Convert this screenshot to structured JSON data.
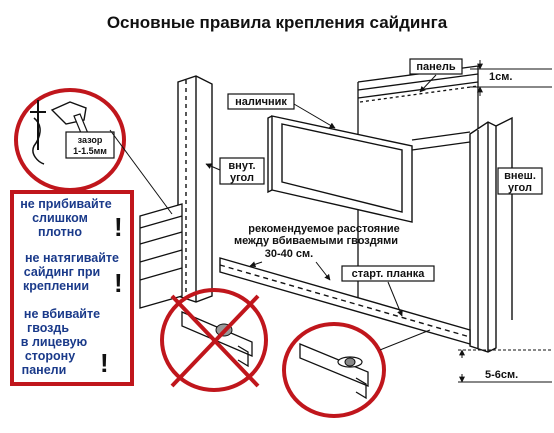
{
  "title": "Основные правила крепления сайдинга",
  "labels": {
    "panel": "панель",
    "gap_top": "1см.",
    "trim": "наличник",
    "inner_corner": [
      "внут.",
      "угол"
    ],
    "outer_corner": [
      "внеш.",
      "угол"
    ],
    "gap_note": [
      "зазор",
      "1-1.5мм"
    ],
    "recommended": [
      "рекомендуемое  расстояние",
      "между вбиваемыми гвоздями",
      "30-40 см."
    ],
    "starter": "старт. планка",
    "gap_bottom": "5-6см."
  },
  "warnings": [
    {
      "lines": [
        "не прибивайте",
        "слишком",
        "плотно"
      ],
      "mark": "!"
    },
    {
      "lines": [
        "не натягивайте",
        "сайдинг при",
        "креплении"
      ],
      "mark": "!"
    },
    {
      "lines": [
        "не вбивайте",
        "гвоздь",
        "в лицевую",
        "сторону",
        "панели"
      ],
      "mark": "!"
    }
  ],
  "colors": {
    "warning_border": "#c0161c",
    "warning_text": "#1a3a8a",
    "circle": "#c0161c",
    "line": "#111111"
  }
}
